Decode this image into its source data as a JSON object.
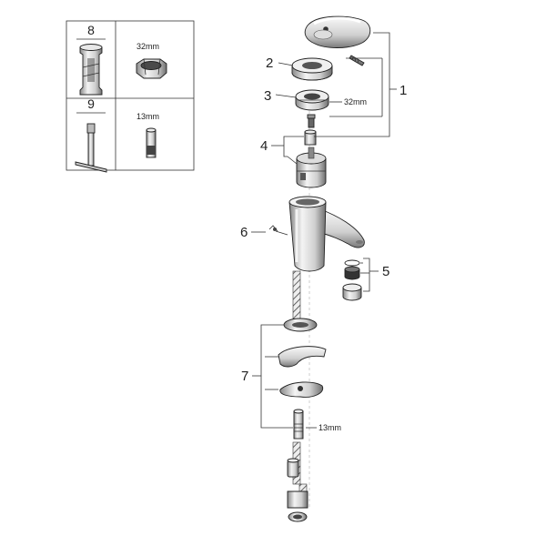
{
  "inset": {
    "rows": [
      {
        "number": "8",
        "dimension": "32mm"
      },
      {
        "number": "9",
        "dimension": "13mm"
      }
    ]
  },
  "callouts": [
    {
      "number": "1",
      "part": "lever-handle-assembly"
    },
    {
      "number": "2",
      "part": "cover-ring"
    },
    {
      "number": "3",
      "part": "threaded-ring",
      "dimension": "32mm"
    },
    {
      "number": "4",
      "part": "cartridge-set"
    },
    {
      "number": "5",
      "part": "aerator-set"
    },
    {
      "number": "6",
      "part": "pop-up-rod"
    },
    {
      "number": "7",
      "part": "fixing-set",
      "dimension": "13mm"
    }
  ],
  "colors": {
    "line": "#333333",
    "chrome_light": "#f2f2f2",
    "chrome_mid": "#c8c8c8",
    "chrome_dark": "#555555"
  }
}
